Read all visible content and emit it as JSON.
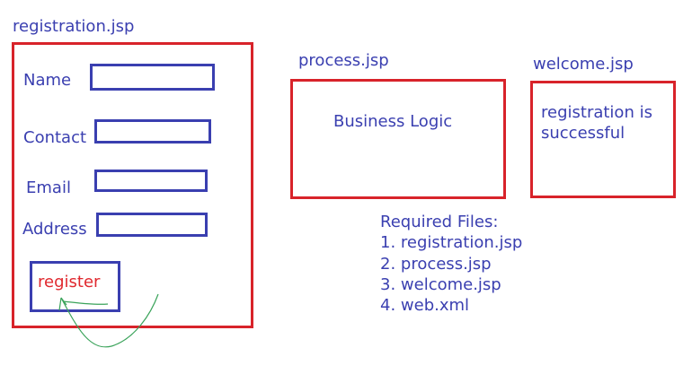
{
  "registration": {
    "title": "registration.jsp",
    "fields": [
      {
        "label": "Name"
      },
      {
        "label": "Contact"
      },
      {
        "label": "Email"
      },
      {
        "label": "Address"
      }
    ],
    "register_label": "register"
  },
  "process": {
    "title": "process.jsp",
    "body": "Business Logic"
  },
  "welcome": {
    "title": "welcome.jsp",
    "body_line1": "registration is",
    "body_line2": "successful"
  },
  "required": {
    "heading": "Required Files:",
    "items": [
      "1. registration.jsp",
      "2. process.jsp",
      "3. welcome.jsp",
      "4. web.xml"
    ]
  },
  "colors": {
    "box_border": "#d8232a",
    "field_border": "#3a3fb0",
    "text": "#3a3fb0",
    "register_text": "#e0282e",
    "arrow": "#3aa35a"
  }
}
